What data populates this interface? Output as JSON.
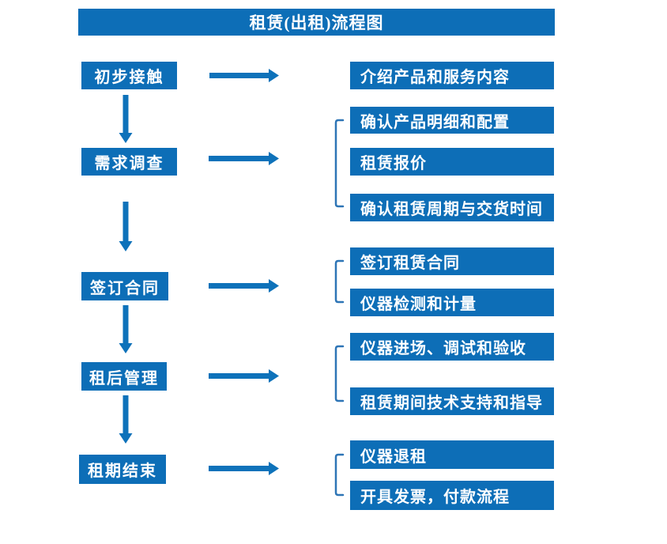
{
  "title": "租赁(出租)流程图",
  "colors": {
    "box_blue": "#0D6EB7",
    "arrow_blue": "#0E72BA",
    "bracket_blue": "#2E75B6",
    "text_white": "#FFFFFF"
  },
  "steps": [
    {
      "label": "初步接触",
      "details": [
        "介绍产品和服务内容"
      ]
    },
    {
      "label": "需求调查",
      "details": [
        "确认产品明细和配置",
        "租赁报价",
        "确认租赁周期与交货时间"
      ]
    },
    {
      "label": "签订合同",
      "details": [
        "签订租赁合同",
        "仪器检测和计量"
      ]
    },
    {
      "label": "租后管理",
      "details": [
        "仪器进场、调试和验收",
        "租赁期间技术支持和指导"
      ]
    },
    {
      "label": "租期结束",
      "details": [
        "仪器退租",
        "开具发票，付款流程"
      ]
    }
  ]
}
